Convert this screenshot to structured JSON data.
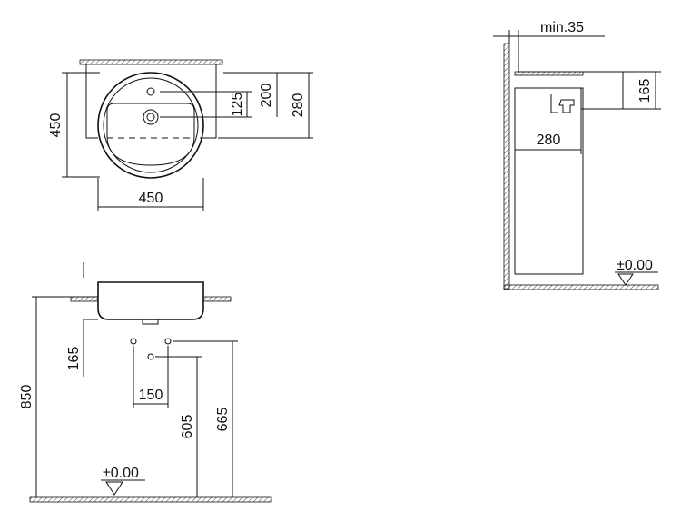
{
  "top_view": {
    "width_label": "450",
    "depth_label": "450",
    "dim_125": "125",
    "dim_200": "200",
    "dim_280": "280"
  },
  "side_view": {
    "clearance_label": "min.35",
    "height_label": "165",
    "projection_label": "280",
    "floor_level": "±0.00"
  },
  "front_view": {
    "dim_850": "850",
    "dim_165": "165",
    "dim_150": "150",
    "dim_605": "605",
    "dim_665": "665",
    "floor_level": "±0.00"
  }
}
